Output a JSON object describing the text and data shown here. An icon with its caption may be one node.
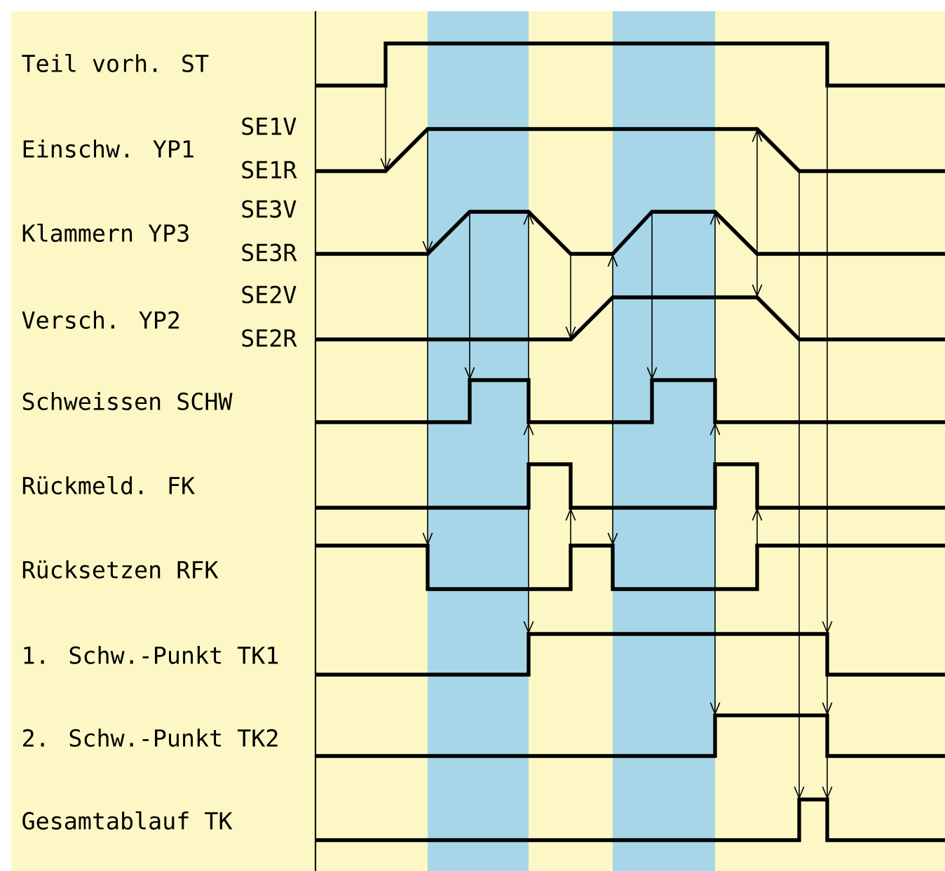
{
  "diagram": {
    "labels": [
      "Teil vorh. ST",
      "SE1V",
      "Einschw. YP1",
      "SE1R",
      "SE3V",
      "Klammern YP3",
      "SE3R",
      "SE2V",
      "Versch. YP2",
      "SE2R",
      "Schweissen SCHW",
      "Rückmeld. FK",
      "Rücksetzen RFK",
      "1. Schw.-Punkt TK1",
      "2. Schw.-Punkt TK2",
      "Gesamtablauf TK"
    ]
  }
}
